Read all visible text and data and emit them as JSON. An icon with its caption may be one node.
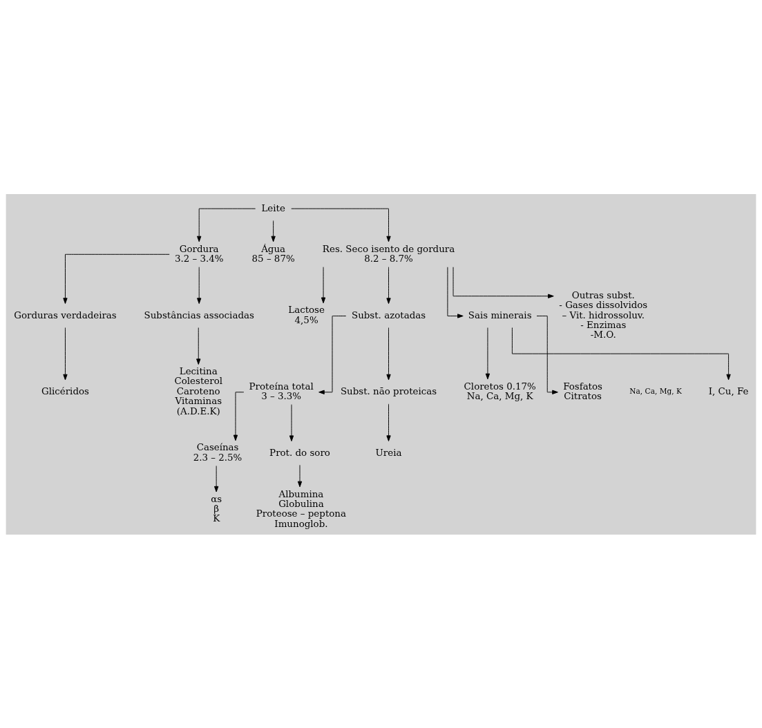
{
  "diagram": {
    "nodes": [
      {
        "text": [
          "Leite"
        ]
      },
      {
        "text": [
          "Gordura",
          "3.2 – 3.4%"
        ]
      },
      {
        "text": [
          "Água",
          "85 – 87%"
        ]
      },
      {
        "text": [
          "Res. Seco isento de gordura",
          "8.2 – 8.7%"
        ]
      },
      {
        "text": [
          "Gorduras verdadeiras"
        ]
      },
      {
        "text": [
          "Substâncias associadas"
        ]
      },
      {
        "text": [
          "Lactose",
          "4,5%"
        ]
      },
      {
        "text": [
          "Subst. azotadas"
        ]
      },
      {
        "text": [
          "Sais minerais"
        ]
      },
      {
        "text": [
          "Outras subst.",
          "- Gases dissolvidos",
          "– Vit. hidrossoluv.",
          "- Enzimas",
          "-M.O."
        ]
      },
      {
        "text": [
          "Glicéridos"
        ]
      },
      {
        "text": [
          "Lecitina",
          "Colesterol",
          "Caroteno",
          "Vitaminas",
          "(A.D.E.K)"
        ]
      },
      {
        "text": [
          "Proteína total",
          "3 – 3.3%"
        ]
      },
      {
        "text": [
          "Subst. não proteicas"
        ]
      },
      {
        "text": [
          "Ureia"
        ]
      },
      {
        "text": [
          "Cloretos 0.17%",
          "Na, Ca, Mg, K"
        ]
      },
      {
        "text": [
          "Fosfatos",
          "Citratos"
        ]
      },
      {
        "text": [
          "I, Cu, Fe"
        ]
      },
      {
        "text": [
          "Caseínas",
          "2.3 – 2.5%"
        ]
      },
      {
        "text": [
          "Prot. do soro"
        ]
      },
      {
        "text": [
          "αs",
          "β",
          "K"
        ]
      },
      {
        "text": [
          "Albumina",
          "Globulina",
          "Proteose – peptona",
          "Imunoglob."
        ]
      }
    ],
    "edges": [
      {
        "from": 0,
        "to": 1,
        "arrow": "to"
      },
      {
        "from": 0,
        "to": 2,
        "arrow": "to"
      },
      {
        "from": 0,
        "to": 3,
        "arrow": "to"
      },
      {
        "from": 1,
        "to": 4,
        "arrow": "to"
      },
      {
        "from": 1,
        "to": 5,
        "arrow": "to"
      },
      {
        "from": 3,
        "to": 6,
        "arrow": "to"
      },
      {
        "from": 3,
        "to": 7,
        "arrow": "to"
      },
      {
        "from": 3,
        "to": 8,
        "arrow": "to"
      },
      {
        "from": 3,
        "to": 9,
        "arrow": "to"
      },
      {
        "from": 4,
        "to": 10,
        "arrow": "to"
      },
      {
        "from": 5,
        "to": 11,
        "arrow": "to"
      },
      {
        "from": 7,
        "to": 12,
        "arrow": "to"
      },
      {
        "from": 7,
        "to": 13,
        "arrow": "to"
      },
      {
        "from": 13,
        "to": 14,
        "arrow": "to"
      },
      {
        "from": 8,
        "to": 15,
        "arrow": "to"
      },
      {
        "from": 8,
        "to": 16,
        "arrow": "to"
      },
      {
        "from": 8,
        "to": 17,
        "arrow": "to"
      },
      {
        "from": 12,
        "to": 18,
        "arrow": "to"
      },
      {
        "from": 12,
        "to": 19,
        "arrow": "to"
      },
      {
        "from": 18,
        "to": 20,
        "arrow": "to"
      },
      {
        "from": 19,
        "to": 21,
        "arrow": "to"
      }
    ],
    "labels": [
      "Na, Ca, Mg, K"
    ]
  }
}
